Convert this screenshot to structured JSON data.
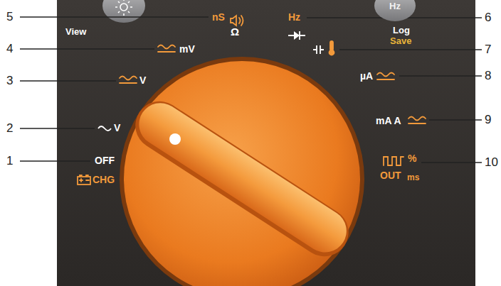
{
  "diagram": {
    "nodes": [
      {
        "text": [
          "Hz"
        ]
      }
    ],
    "labels": [
      "1",
      "2",
      "3",
      "4",
      "5",
      "6",
      "7",
      "8",
      "9",
      "10",
      "nS",
      "Ω",
      "Hz",
      "View",
      "Log",
      "Save",
      "mV",
      "V",
      "µA",
      "V",
      "mA A",
      "OFF",
      "CHG",
      "%",
      "OUT",
      "ms"
    ]
  }
}
